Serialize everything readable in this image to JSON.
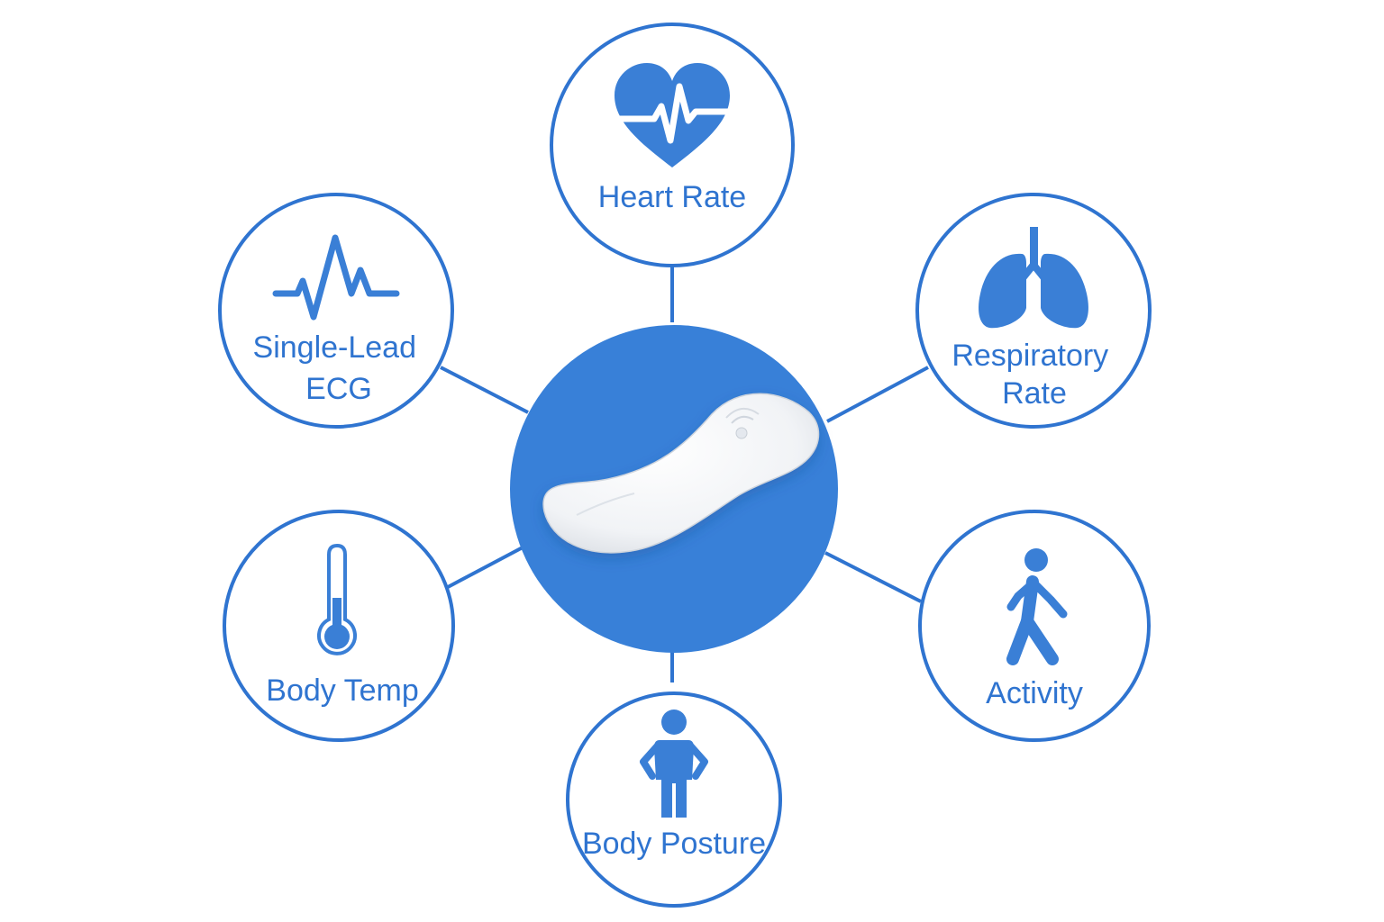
{
  "colors": {
    "accent": "#2f74d0",
    "hub": "#3880d8",
    "background": "#ffffff"
  },
  "hub": {
    "device_icon": "wearable-patch-icon"
  },
  "nodes": [
    {
      "id": "heart-rate",
      "label_lines": [
        "Heart Rate"
      ],
      "icon": "heart-pulse-icon"
    },
    {
      "id": "single-lead-ecg",
      "label_lines": [
        "Single-Lead",
        "ECG"
      ],
      "icon": "ecg-waveform-icon"
    },
    {
      "id": "respiratory-rate",
      "label_lines": [
        "Respiratory",
        "Rate"
      ],
      "icon": "lungs-icon"
    },
    {
      "id": "body-temp",
      "label_lines": [
        "Body Temp"
      ],
      "icon": "thermometer-icon"
    },
    {
      "id": "activity",
      "label_lines": [
        "Activity"
      ],
      "icon": "walking-person-icon"
    },
    {
      "id": "body-posture",
      "label_lines": [
        "Body Posture"
      ],
      "icon": "standing-person-icon"
    }
  ]
}
